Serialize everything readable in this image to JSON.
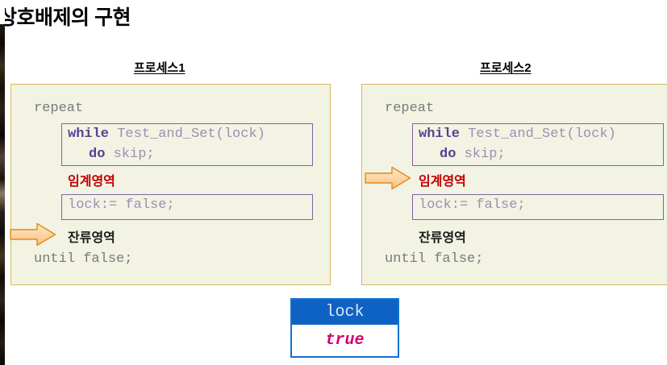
{
  "slide": {
    "title": "상호배제의 구현"
  },
  "processes": [
    {
      "label": "프로세스1",
      "repeat_keyword": "repeat",
      "until_keyword": "until false;",
      "while_box": {
        "line1_keyword": "while",
        "line1_rest": " Test_and_Set(lock)",
        "line2_keyword": "do",
        "line2_rest": " skip;"
      },
      "critical_region": "임계영역",
      "unlock_box": "lock:= false;",
      "remainder_region": "잔류영역",
      "arrow": {
        "icon": "right-block-arrow-icon",
        "points_at": "잔류영역"
      }
    },
    {
      "label": "프로세스2",
      "repeat_keyword": "repeat",
      "until_keyword": "until false;",
      "while_box": {
        "line1_keyword": "while",
        "line1_rest": " Test_and_Set(lock)",
        "line2_keyword": "do",
        "line2_rest": " skip;"
      },
      "critical_region": "임계영역",
      "unlock_box": "lock:= false;",
      "remainder_region": "잔류영역",
      "arrow": {
        "icon": "right-block-arrow-icon",
        "points_at": "임계영역"
      }
    }
  ],
  "lock_variable": {
    "name": "lock",
    "value": "true"
  },
  "colors": {
    "code_box_bg": "#f2f3e3",
    "code_box_border": "#d9b85c",
    "stmt_box_border": "#8064a2",
    "keyword": "#5a3f91",
    "code_text": "#9b8fb5",
    "plain_code": "#7a7a7a",
    "critical_region": "#c00000",
    "lock_header_bg": "#0d62c4",
    "lock_value_text": "#d4006e",
    "arrow_fill": "#fbd5a5",
    "arrow_border": "#e08a1e"
  }
}
